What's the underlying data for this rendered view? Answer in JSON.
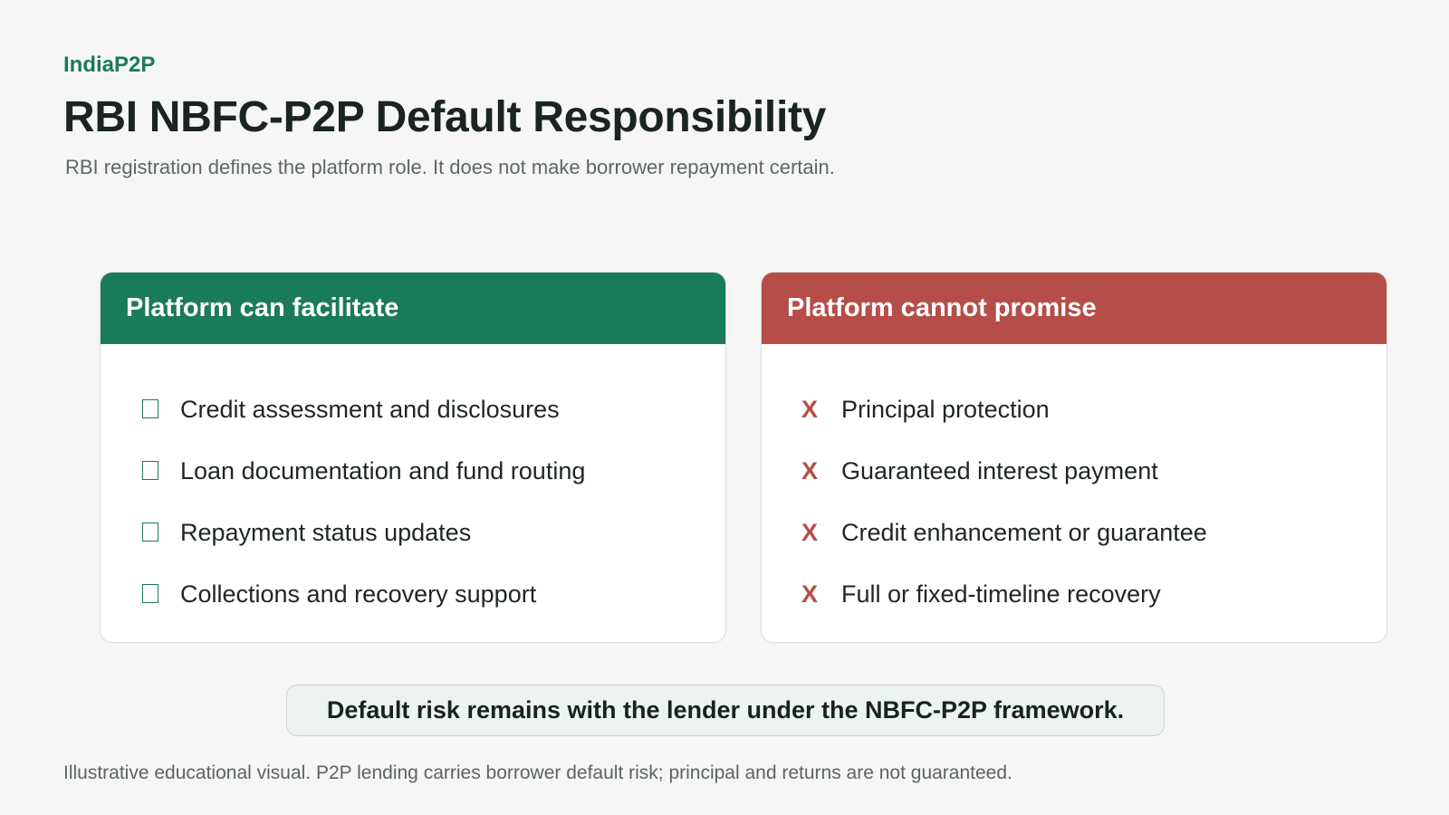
{
  "brand": "IndiaP2P",
  "title": "RBI NBFC-P2P Default Responsibility",
  "subtitle": "RBI registration defines the platform role. It does not make borrower repayment certain.",
  "left_card": {
    "header": "Platform can facilitate",
    "icon": "checkbox-icon",
    "accent_color": "#1a7a5c",
    "items": [
      "Credit assessment and disclosures",
      "Loan documentation and fund routing",
      "Repayment status updates",
      "Collections and recovery support"
    ]
  },
  "right_card": {
    "header": "Platform cannot promise",
    "icon": "x-icon",
    "marker": "X",
    "accent_color": "#b64d48",
    "items": [
      "Principal protection",
      "Guaranteed interest payment",
      "Credit enhancement or guarantee",
      "Full or fixed-timeline recovery"
    ]
  },
  "callout": "Default risk remains with the lender under the NBFC-P2P framework.",
  "footnote": "Illustrative educational visual. P2P lending carries borrower default risk; principal and returns are not guaranteed."
}
